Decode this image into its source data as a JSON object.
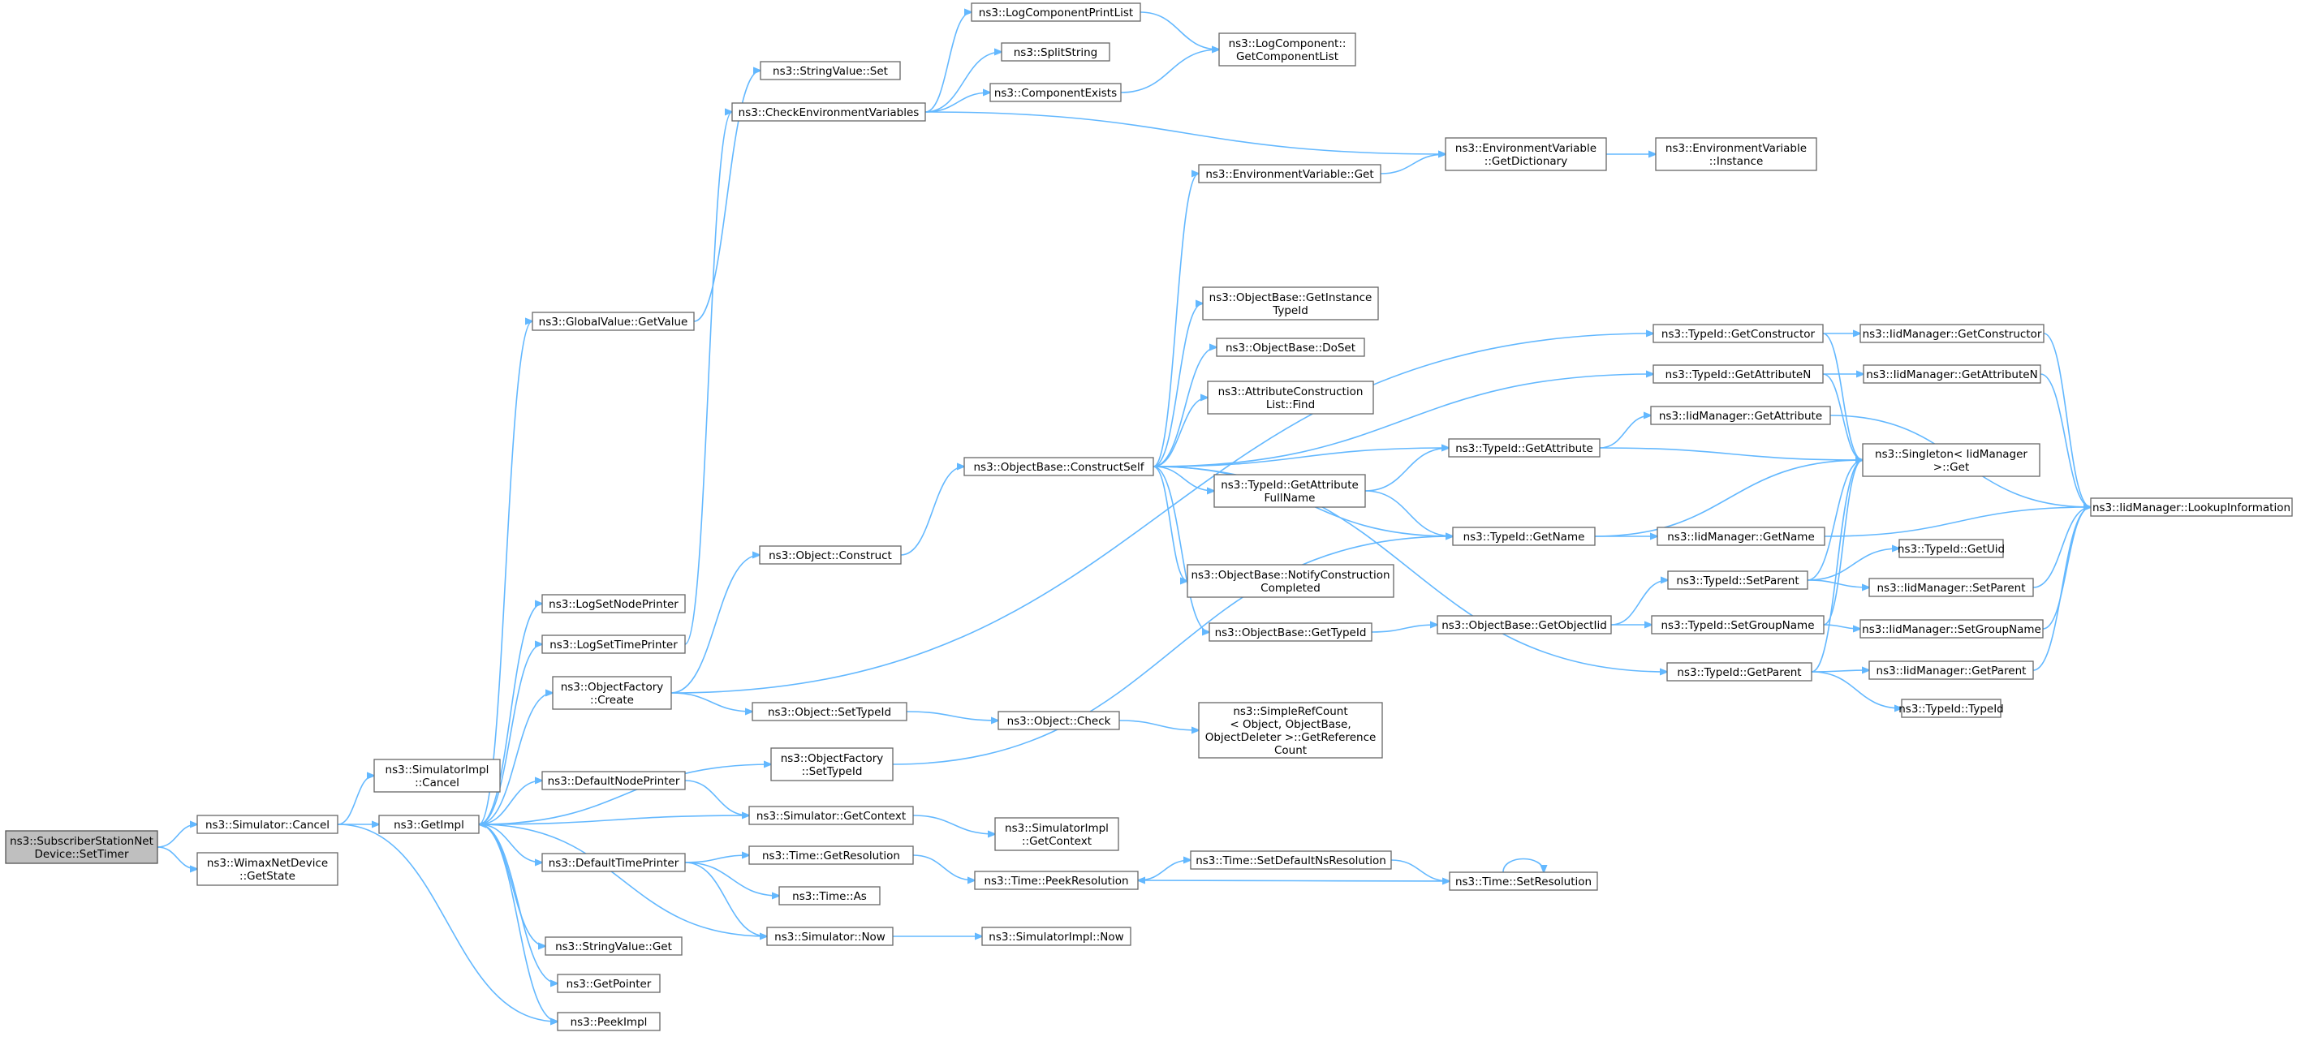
{
  "colors": {
    "edge": "#63b8ff",
    "node_border": "#666666",
    "root_fill": "#bfbfbf",
    "background": "#ffffff"
  },
  "nodes": [
    {
      "id": "n1",
      "lines": [
        "ns3::SubscriberStationNet",
        "Device::SetTimer"
      ],
      "root": true
    },
    {
      "id": "n2",
      "lines": [
        "ns3::Simulator::Cancel"
      ]
    },
    {
      "id": "n3",
      "lines": [
        "ns3::WimaxNetDevice",
        "::GetState"
      ]
    },
    {
      "id": "n4",
      "lines": [
        "ns3::SimulatorImpl",
        "::Cancel"
      ]
    },
    {
      "id": "n5",
      "lines": [
        "ns3::GetImpl"
      ]
    },
    {
      "id": "n6",
      "lines": [
        "ns3::PeekImpl"
      ]
    },
    {
      "id": "n7",
      "lines": [
        "ns3::GlobalValue::GetValue"
      ]
    },
    {
      "id": "n8",
      "lines": [
        "ns3::LogSetNodePrinter"
      ]
    },
    {
      "id": "n9",
      "lines": [
        "ns3::LogSetTimePrinter"
      ]
    },
    {
      "id": "n10",
      "lines": [
        "ns3::ObjectFactory",
        "::Create"
      ]
    },
    {
      "id": "n11",
      "lines": [
        "ns3::DefaultNodePrinter"
      ]
    },
    {
      "id": "n12",
      "lines": [
        "ns3::DefaultTimePrinter"
      ]
    },
    {
      "id": "n13",
      "lines": [
        "ns3::StringValue::Get"
      ]
    },
    {
      "id": "n14",
      "lines": [
        "ns3::GetPointer"
      ]
    },
    {
      "id": "n15",
      "lines": [
        "ns3::StringValue::Set"
      ]
    },
    {
      "id": "n16",
      "lines": [
        "ns3::CheckEnvironmentVariables"
      ]
    },
    {
      "id": "n17",
      "lines": [
        "ns3::Object::Construct"
      ]
    },
    {
      "id": "n18",
      "lines": [
        "ns3::Object::SetTypeId"
      ]
    },
    {
      "id": "n19",
      "lines": [
        "ns3::ObjectFactory",
        "::SetTypeId"
      ]
    },
    {
      "id": "n20",
      "lines": [
        "ns3::Simulator::GetContext"
      ]
    },
    {
      "id": "n21",
      "lines": [
        "ns3::Time::GetResolution"
      ]
    },
    {
      "id": "n22",
      "lines": [
        "ns3::Time::As"
      ]
    },
    {
      "id": "n23",
      "lines": [
        "ns3::Simulator::Now"
      ]
    },
    {
      "id": "n24",
      "lines": [
        "ns3::LogComponentPrintList"
      ]
    },
    {
      "id": "n25",
      "lines": [
        "ns3::SplitString"
      ]
    },
    {
      "id": "n26",
      "lines": [
        "ns3::ComponentExists"
      ]
    },
    {
      "id": "n27",
      "lines": [
        "ns3::LogComponent::",
        "GetComponentList"
      ]
    },
    {
      "id": "n28",
      "lines": [
        "ns3::EnvironmentVariable",
        "::GetDictionary"
      ]
    },
    {
      "id": "n29",
      "lines": [
        "ns3::EnvironmentVariable",
        "::Instance"
      ]
    },
    {
      "id": "n30",
      "lines": [
        "ns3::EnvironmentVariable::Get"
      ]
    },
    {
      "id": "n31",
      "lines": [
        "ns3::ObjectBase::ConstructSelf"
      ]
    },
    {
      "id": "n32",
      "lines": [
        "ns3::ObjectBase::GetInstance",
        "TypeId"
      ]
    },
    {
      "id": "n33",
      "lines": [
        "ns3::ObjectBase::DoSet"
      ]
    },
    {
      "id": "n34",
      "lines": [
        "ns3::AttributeConstruction",
        "List::Find"
      ]
    },
    {
      "id": "n35",
      "lines": [
        "ns3::TypeId::GetAttribute",
        "FullName"
      ]
    },
    {
      "id": "n36",
      "lines": [
        "ns3::ObjectBase::NotifyConstruction",
        "Completed"
      ]
    },
    {
      "id": "n37",
      "lines": [
        "ns3::ObjectBase::GetTypeId"
      ]
    },
    {
      "id": "n38",
      "lines": [
        "ns3::Object::Check"
      ]
    },
    {
      "id": "n39",
      "lines": [
        "ns3::SimpleRefCount",
        "< Object, ObjectBase,",
        "ObjectDeleter >::GetReference",
        "Count"
      ]
    },
    {
      "id": "n40",
      "lines": [
        "ns3::SimulatorImpl",
        "::GetContext"
      ]
    },
    {
      "id": "n41",
      "lines": [
        "ns3::Time::PeekResolution"
      ]
    },
    {
      "id": "n42",
      "lines": [
        "ns3::SimulatorImpl::Now"
      ]
    },
    {
      "id": "n43",
      "lines": [
        "ns3::Time::SetDefaultNsResolution"
      ]
    },
    {
      "id": "n44",
      "lines": [
        "ns3::Time::SetResolution"
      ]
    },
    {
      "id": "n45",
      "lines": [
        "ns3::TypeId::GetAttribute"
      ]
    },
    {
      "id": "n46",
      "lines": [
        "ns3::TypeId::GetName"
      ]
    },
    {
      "id": "n47",
      "lines": [
        "ns3::ObjectBase::GetObjectIid"
      ]
    },
    {
      "id": "n48",
      "lines": [
        "ns3::TypeId::GetConstructor"
      ]
    },
    {
      "id": "n49",
      "lines": [
        "ns3::TypeId::GetAttributeN"
      ]
    },
    {
      "id": "n50",
      "lines": [
        "ns3::IidManager::GetAttribute"
      ]
    },
    {
      "id": "n51",
      "lines": [
        "ns3::IidManager::GetName"
      ]
    },
    {
      "id": "n52",
      "lines": [
        "ns3::TypeId::SetParent"
      ]
    },
    {
      "id": "n53",
      "lines": [
        "ns3::TypeId::SetGroupName"
      ]
    },
    {
      "id": "n54",
      "lines": [
        "ns3::TypeId::GetParent"
      ]
    },
    {
      "id": "n55",
      "lines": [
        "ns3::IidManager::GetConstructor"
      ]
    },
    {
      "id": "n56",
      "lines": [
        "ns3::IidManager::GetAttributeN"
      ]
    },
    {
      "id": "n57",
      "lines": [
        "ns3::Singleton< IidManager",
        ">::Get"
      ]
    },
    {
      "id": "n58",
      "lines": [
        "ns3::TypeId::GetUid"
      ]
    },
    {
      "id": "n59",
      "lines": [
        "ns3::IidManager::SetParent"
      ]
    },
    {
      "id": "n60",
      "lines": [
        "ns3::IidManager::SetGroupName"
      ]
    },
    {
      "id": "n61",
      "lines": [
        "ns3::IidManager::GetParent"
      ]
    },
    {
      "id": "n62",
      "lines": [
        "ns3::TypeId::TypeId"
      ]
    },
    {
      "id": "n63",
      "lines": [
        "ns3::IidManager::LookupInformation"
      ]
    }
  ],
  "edges": [
    [
      "n1",
      "n2"
    ],
    [
      "n1",
      "n3"
    ],
    [
      "n2",
      "n4"
    ],
    [
      "n2",
      "n5"
    ],
    [
      "n2",
      "n6"
    ],
    [
      "n5",
      "n7"
    ],
    [
      "n5",
      "n8"
    ],
    [
      "n5",
      "n9"
    ],
    [
      "n5",
      "n10"
    ],
    [
      "n5",
      "n11"
    ],
    [
      "n5",
      "n12"
    ],
    [
      "n5",
      "n13"
    ],
    [
      "n5",
      "n14"
    ],
    [
      "n5",
      "n6"
    ],
    [
      "n5",
      "n19"
    ],
    [
      "n7",
      "n15"
    ],
    [
      "n9",
      "n16"
    ],
    [
      "n10",
      "n17"
    ],
    [
      "n10",
      "n18"
    ],
    [
      "n10",
      "n48"
    ],
    [
      "n11",
      "n20"
    ],
    [
      "n20",
      "n5"
    ],
    [
      "n20",
      "n40"
    ],
    [
      "n12",
      "n21"
    ],
    [
      "n12",
      "n22"
    ],
    [
      "n12",
      "n23"
    ],
    [
      "n23",
      "n5"
    ],
    [
      "n23",
      "n42"
    ],
    [
      "n21",
      "n41"
    ],
    [
      "n16",
      "n24"
    ],
    [
      "n16",
      "n25"
    ],
    [
      "n16",
      "n26"
    ],
    [
      "n16",
      "n28"
    ],
    [
      "n24",
      "n27"
    ],
    [
      "n26",
      "n27"
    ],
    [
      "n28",
      "n29"
    ],
    [
      "n30",
      "n28"
    ],
    [
      "n17",
      "n31"
    ],
    [
      "n31",
      "n30"
    ],
    [
      "n31",
      "n32"
    ],
    [
      "n31",
      "n33"
    ],
    [
      "n31",
      "n34"
    ],
    [
      "n31",
      "n35"
    ],
    [
      "n31",
      "n36"
    ],
    [
      "n31",
      "n37"
    ],
    [
      "n31",
      "n45"
    ],
    [
      "n31",
      "n46"
    ],
    [
      "n31",
      "n49"
    ],
    [
      "n31",
      "n54"
    ],
    [
      "n18",
      "n38"
    ],
    [
      "n38",
      "n39"
    ],
    [
      "n19",
      "n46"
    ],
    [
      "n41",
      "n43"
    ],
    [
      "n43",
      "n44"
    ],
    [
      "n44",
      "n41"
    ],
    [
      "n44",
      "n44"
    ],
    [
      "n35",
      "n45"
    ],
    [
      "n35",
      "n46"
    ],
    [
      "n37",
      "n47"
    ],
    [
      "n47",
      "n52"
    ],
    [
      "n47",
      "n53"
    ],
    [
      "n45",
      "n50"
    ],
    [
      "n45",
      "n57"
    ],
    [
      "n46",
      "n51"
    ],
    [
      "n46",
      "n57"
    ],
    [
      "n48",
      "n55"
    ],
    [
      "n48",
      "n57"
    ],
    [
      "n49",
      "n56"
    ],
    [
      "n49",
      "n57"
    ],
    [
      "n50",
      "n63"
    ],
    [
      "n51",
      "n63"
    ],
    [
      "n52",
      "n58"
    ],
    [
      "n52",
      "n59"
    ],
    [
      "n52",
      "n57"
    ],
    [
      "n53",
      "n60"
    ],
    [
      "n53",
      "n57"
    ],
    [
      "n54",
      "n61"
    ],
    [
      "n54",
      "n62"
    ],
    [
      "n54",
      "n57"
    ],
    [
      "n55",
      "n63"
    ],
    [
      "n56",
      "n63"
    ],
    [
      "n59",
      "n63"
    ],
    [
      "n60",
      "n63"
    ],
    [
      "n61",
      "n63"
    ]
  ]
}
